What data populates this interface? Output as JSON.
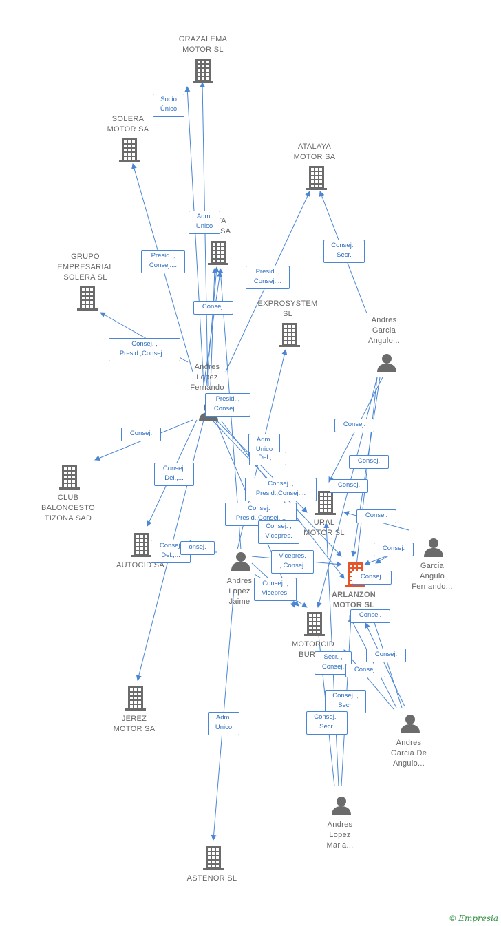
{
  "colors": {
    "edge": "#4a86d4",
    "building": "#6b6b6b",
    "main_building": "#e8542a",
    "person": "#6b6b6b"
  },
  "nodes": [
    {
      "id": "grazalema",
      "type": "company",
      "label": [
        "GRAZALEMA",
        "MOTOR  SL"
      ]
    },
    {
      "id": "solera_motor",
      "type": "company",
      "label": [
        "SOLERA",
        "MOTOR SA"
      ]
    },
    {
      "id": "atalaya",
      "type": "company",
      "label": [
        "ATALAYA",
        "MOTOR SA"
      ]
    },
    {
      "id": "cuesta",
      "type": "company",
      "label": [
        "TA",
        "R SA"
      ]
    },
    {
      "id": "grupo_solera",
      "type": "company",
      "label": [
        "GRUPO",
        "EMPRESARIAL",
        "SOLERA  SL"
      ]
    },
    {
      "id": "exprosystem",
      "type": "company",
      "label": [
        "EXPROSYSTEM",
        "SL"
      ]
    },
    {
      "id": "club",
      "type": "company",
      "label": [
        "CLUB",
        "BALONCESTO",
        "TIZONA SAD"
      ]
    },
    {
      "id": "autocid",
      "type": "company",
      "label": [
        "AUTOCID SA"
      ]
    },
    {
      "id": "ural",
      "type": "company",
      "label": [
        "URAL",
        "MOTOR SL"
      ]
    },
    {
      "id": "arlanzon",
      "type": "main",
      "label": [
        "ARLANZON",
        "MOTOR SL"
      ]
    },
    {
      "id": "motorcid",
      "type": "company",
      "label": [
        "MOTORCID",
        "BURGO"
      ]
    },
    {
      "id": "jerez",
      "type": "company",
      "label": [
        "JEREZ",
        "MOTOR SA"
      ]
    },
    {
      "id": "astenor",
      "type": "company",
      "label": [
        "ASTENOR SL"
      ]
    },
    {
      "id": "p_fernando",
      "type": "person",
      "label": [
        "Andres",
        "Lopez",
        "Fernando"
      ]
    },
    {
      "id": "p_jaime",
      "type": "person",
      "label": [
        "Andres",
        "Lopez",
        "Jaime"
      ]
    },
    {
      "id": "p_garcia_angulo",
      "type": "person",
      "label": [
        "Andres",
        "Garcia",
        "Angulo..."
      ]
    },
    {
      "id": "p_garcia_fernando",
      "type": "person",
      "label": [
        "Garcia",
        "Angulo",
        "Fernando..."
      ]
    },
    {
      "id": "p_garcia_de_angulo",
      "type": "person",
      "label": [
        "Andres",
        "Garcia De",
        "Angulo..."
      ]
    },
    {
      "id": "p_maria",
      "type": "person",
      "label": [
        "Andres",
        "Lopez",
        "Maria..."
      ]
    }
  ],
  "relations": [
    {
      "id": "r1",
      "text": "Socio\nÚnico"
    },
    {
      "id": "r2",
      "text": "Adm.\nUnico"
    },
    {
      "id": "r3",
      "text": "Presid. ,\nConsej...."
    },
    {
      "id": "r4",
      "text": "Consej."
    },
    {
      "id": "r5",
      "text": "Presid. ,\nConsej...."
    },
    {
      "id": "r6",
      "text": "Consej. ,\nSecr."
    },
    {
      "id": "r7",
      "text": "Consej. ,\nPresid.,Consej...."
    },
    {
      "id": "r8",
      "text": "Presid. ,\nConsej...."
    },
    {
      "id": "r9",
      "text": "Consej."
    },
    {
      "id": "r10",
      "text": "Consej.\nDel.,..."
    },
    {
      "id": "r11",
      "text": "Adm.\nUnico"
    },
    {
      "id": "r12",
      "text": "Del.,..."
    },
    {
      "id": "r13",
      "text": "Consej."
    },
    {
      "id": "r14",
      "text": "Consej."
    },
    {
      "id": "r15",
      "text": "Consej. ,\nPresid.,Consej...."
    },
    {
      "id": "r16",
      "text": "Consej."
    },
    {
      "id": "r17",
      "text": "Consej. ,\nPresid.,Consej...."
    },
    {
      "id": "r18",
      "text": "Consej. ,\nVicepres."
    },
    {
      "id": "r19",
      "text": "Consej."
    },
    {
      "id": "r20",
      "text": "Consej.\nDel.,..."
    },
    {
      "id": "r21",
      "text": "onsej."
    },
    {
      "id": "r22",
      "text": "Vicepres.\n, Consej."
    },
    {
      "id": "r23",
      "text": "Consej."
    },
    {
      "id": "r24",
      "text": "Consej."
    },
    {
      "id": "r25",
      "text": "Consej. ,\nVicepres."
    },
    {
      "id": "r26",
      "text": "Consej."
    },
    {
      "id": "r27",
      "text": "Consej."
    },
    {
      "id": "r28",
      "text": "Secr. ,\nConsej."
    },
    {
      "id": "r29",
      "text": "Consej."
    },
    {
      "id": "r30",
      "text": "Consej. ,\nSecr."
    },
    {
      "id": "r31",
      "text": "Consej. ,\nSecr."
    },
    {
      "id": "r32",
      "text": "Adm.\nUnico"
    }
  ],
  "footer": {
    "copyright": "©",
    "brand": "Empresia"
  }
}
